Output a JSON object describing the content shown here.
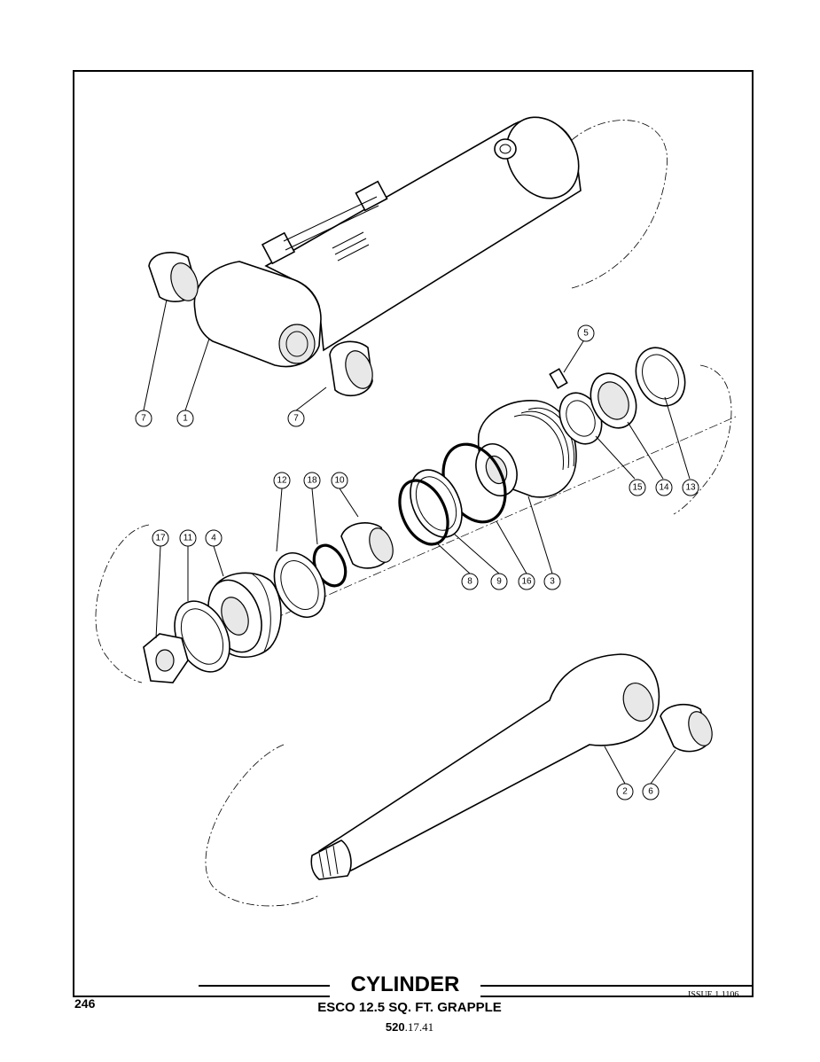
{
  "title": "CYLINDER",
  "subtitle": "ESCO 12.5 SQ. FT. GRAPPLE",
  "page_number": "246",
  "issue": "ISSUE 1 1106",
  "part_code": {
    "prefix": "520",
    "suffix": ".17.41"
  },
  "callouts": [
    {
      "id": "c7a",
      "label": "7"
    },
    {
      "id": "c1",
      "label": "1"
    },
    {
      "id": "c7b",
      "label": "7"
    },
    {
      "id": "c5",
      "label": "5"
    },
    {
      "id": "c15",
      "label": "15"
    },
    {
      "id": "c14",
      "label": "14"
    },
    {
      "id": "c13",
      "label": "13"
    },
    {
      "id": "c12",
      "label": "12"
    },
    {
      "id": "c18",
      "label": "18"
    },
    {
      "id": "c10",
      "label": "10"
    },
    {
      "id": "c17",
      "label": "17"
    },
    {
      "id": "c11",
      "label": "11"
    },
    {
      "id": "c4",
      "label": "4"
    },
    {
      "id": "c8",
      "label": "8"
    },
    {
      "id": "c9",
      "label": "9"
    },
    {
      "id": "c16",
      "label": "16"
    },
    {
      "id": "c3",
      "label": "3"
    },
    {
      "id": "c2",
      "label": "2"
    },
    {
      "id": "c6",
      "label": "6"
    }
  ]
}
